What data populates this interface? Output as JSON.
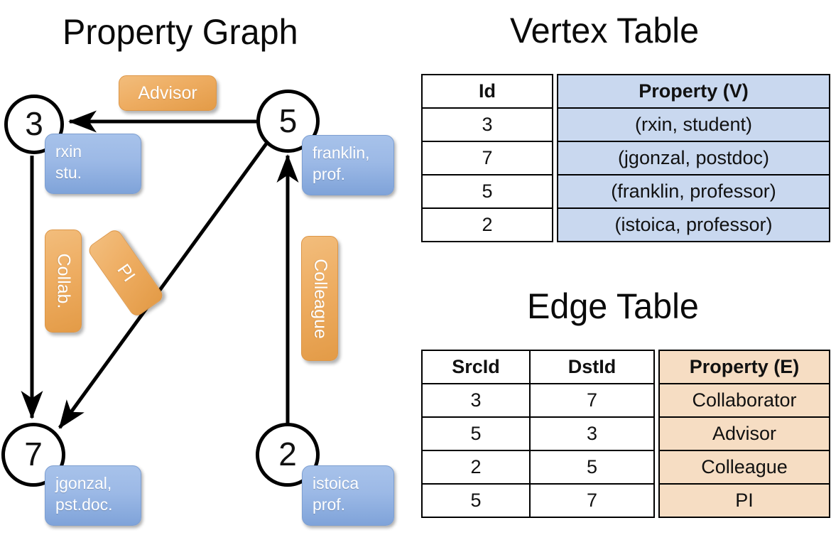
{
  "titles": {
    "property_graph": "Property Graph",
    "vertex_table": "Vertex Table",
    "edge_table": "Edge Table"
  },
  "graph": {
    "nodes": [
      {
        "id": "3",
        "label": "3",
        "prop_line1": "rxin",
        "prop_line2": "stu."
      },
      {
        "id": "5",
        "label": "5",
        "prop_line1": "franklin,",
        "prop_line2": "prof."
      },
      {
        "id": "7",
        "label": "7",
        "prop_line1": "jgonzal,",
        "prop_line2": "pst.doc."
      },
      {
        "id": "2",
        "label": "2",
        "prop_line1": "istoica",
        "prop_line2": "prof."
      }
    ],
    "edge_labels": [
      {
        "name": "advisor",
        "text": "Advisor"
      },
      {
        "name": "collab",
        "text": "Collab."
      },
      {
        "name": "pi",
        "text": "PI"
      },
      {
        "name": "colleague",
        "text": "Colleague"
      }
    ]
  },
  "vertex_table": {
    "headers": [
      "Id",
      "Property (V)"
    ],
    "rows": [
      {
        "id": "3",
        "property": "(rxin, student)"
      },
      {
        "id": "7",
        "property": "(jgonzal, postdoc)"
      },
      {
        "id": "5",
        "property": "(franklin, professor)"
      },
      {
        "id": "2",
        "property": "(istoica, professor)"
      }
    ]
  },
  "edge_table": {
    "headers": [
      "SrcId",
      "DstId",
      "Property (E)"
    ],
    "rows": [
      {
        "src": "3",
        "dst": "7",
        "property": "Collaborator"
      },
      {
        "src": "5",
        "dst": "3",
        "property": "Advisor"
      },
      {
        "src": "2",
        "dst": "5",
        "property": "Colleague"
      },
      {
        "src": "5",
        "dst": "7",
        "property": "PI"
      }
    ]
  },
  "colors": {
    "vertex_property_bg": "#c9d8ef",
    "edge_property_bg": "#f6ddc3",
    "node_box_blue": "#9cb9e6",
    "edge_label_orange": "#eead62",
    "stroke": "#000000"
  }
}
